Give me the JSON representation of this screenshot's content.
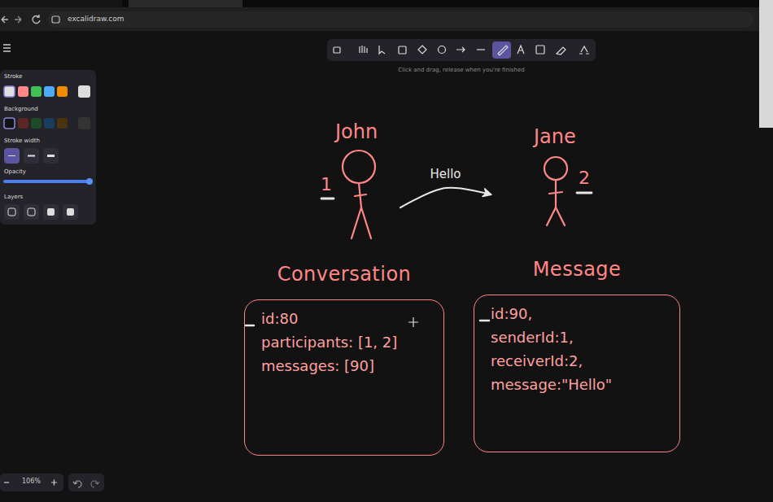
{
  "diagram": {
    "nodes": [
      {
        "text": [
          "John",
          "1"
        ]
      },
      {
        "text": [
          "Jane",
          "2"
        ]
      },
      {
        "text": [
          "Conversation",
          "id:80",
          "participants: [1, 2]",
          "messages: [90]"
        ]
      },
      {
        "text": [
          "Message",
          "id:90,",
          "senderId:1,",
          "receiverId:2,",
          "message:\"Hello\""
        ]
      }
    ],
    "edges": [
      {
        "from": 0,
        "to": 1,
        "label": "Hello",
        "arrow": "to"
      }
    ],
    "labels": [
      "excalidraw.com",
      "Stroke",
      "Background",
      "Stroke width",
      "Opacity",
      "Layers",
      "Click and drag, release when you're finished",
      "106%"
    ]
  }
}
